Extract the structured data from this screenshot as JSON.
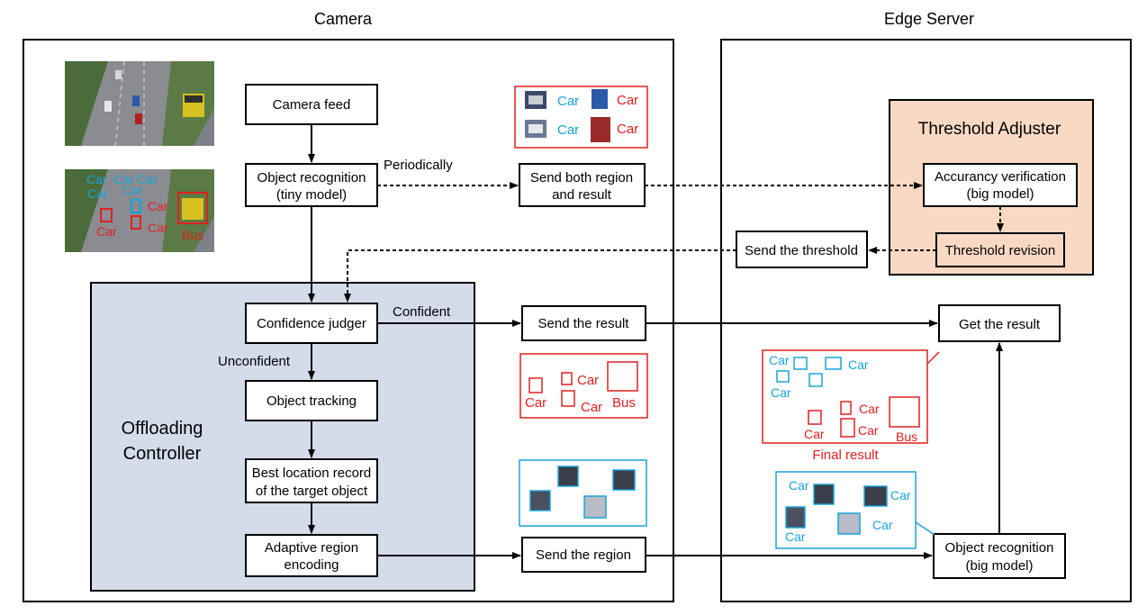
{
  "sections": {
    "camera_title": "Camera",
    "edge_title": "Edge Server",
    "offloading_line1": "Offloading",
    "offloading_line2": "Controller",
    "threshold_adjuster": "Threshold Adjuster"
  },
  "nodes": {
    "camera_feed": "Camera feed",
    "object_recognition_tiny_1": "Object recognition",
    "object_recognition_tiny_2": "(tiny model)",
    "send_both_1": "Send both region",
    "send_both_2": "and result",
    "accuracy_verification_1": "Accurancy verification",
    "accuracy_verification_2": "(big model)",
    "threshold_revision": "Threshold revision",
    "send_threshold": "Send the threshold",
    "confidence_judger": "Confidence judger",
    "object_tracking": "Object tracking",
    "best_location_1": "Best location record",
    "best_location_2": "of the target object",
    "adaptive_encoding_1": "Adaptive region",
    "adaptive_encoding_2": "encoding",
    "send_result": "Send the result",
    "send_region": "Send the region",
    "get_result": "Get the result",
    "object_recognition_big_1": "Object recognition",
    "object_recognition_big_2": "(big model)"
  },
  "edges": {
    "periodically": "Periodically",
    "confident": "Confident",
    "unconfident": "Unconfident"
  },
  "labels": {
    "car": "Car",
    "bus": "Bus",
    "final_result": "Final result"
  },
  "colors": {
    "offloading_fill": "#d4dcec",
    "threshold_fill": "#f9d9c3",
    "label_blue": "#1aa3d9",
    "label_red": "#e02020"
  }
}
